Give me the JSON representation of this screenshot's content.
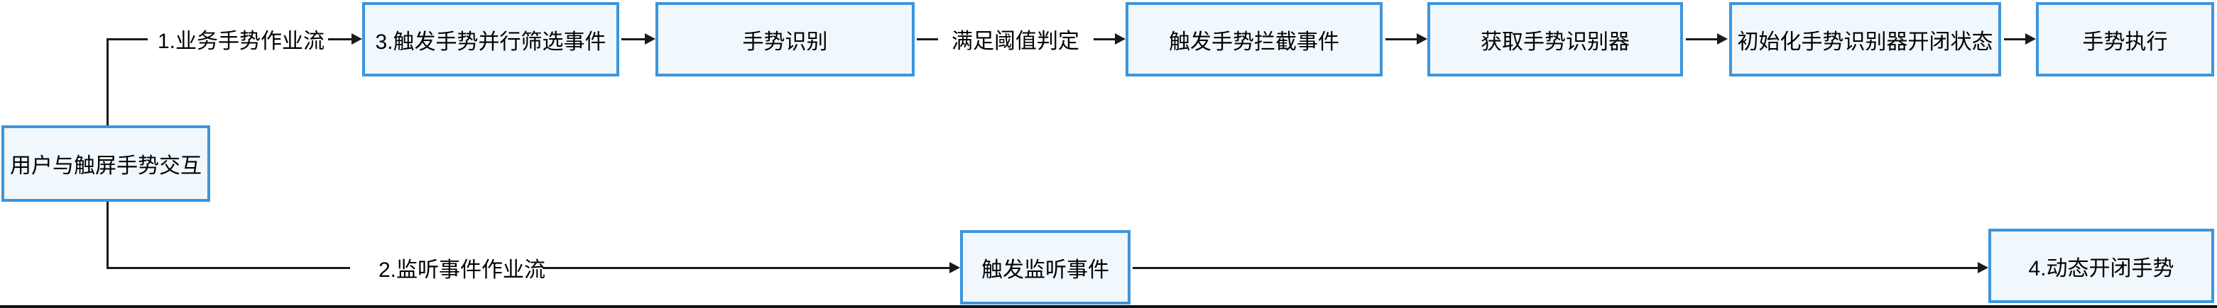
{
  "diagram": {
    "type": "flowchart",
    "background": "#ffffff",
    "colors": {
      "node_fill": "#f0f7fd",
      "node_border": "#3d95dd",
      "connector": "#1a1a1a",
      "text": "#000000",
      "baseline": "#111111"
    },
    "nodes": {
      "user_interaction": {
        "label": "用户与触屏手势交互"
      },
      "trigger_parallel_filter": {
        "label": "3.触发手势并行筛选事件"
      },
      "gesture_recognition": {
        "label": "手势识别"
      },
      "trigger_intercept": {
        "label": "触发手势拦截事件"
      },
      "get_recognizer": {
        "label": "获取手势识别器"
      },
      "init_recognizer_state": {
        "label": "初始化手势识别器开闭状态"
      },
      "gesture_execute": {
        "label": "手势执行"
      },
      "trigger_listen": {
        "label": "触发监听事件"
      },
      "dynamic_toggle": {
        "label": "4.动态开闭手势"
      }
    },
    "edge_labels": {
      "business_flow": "1.业务手势作业流",
      "threshold_check": "满足阈值判定",
      "listen_flow": "2.监听事件作业流"
    }
  }
}
